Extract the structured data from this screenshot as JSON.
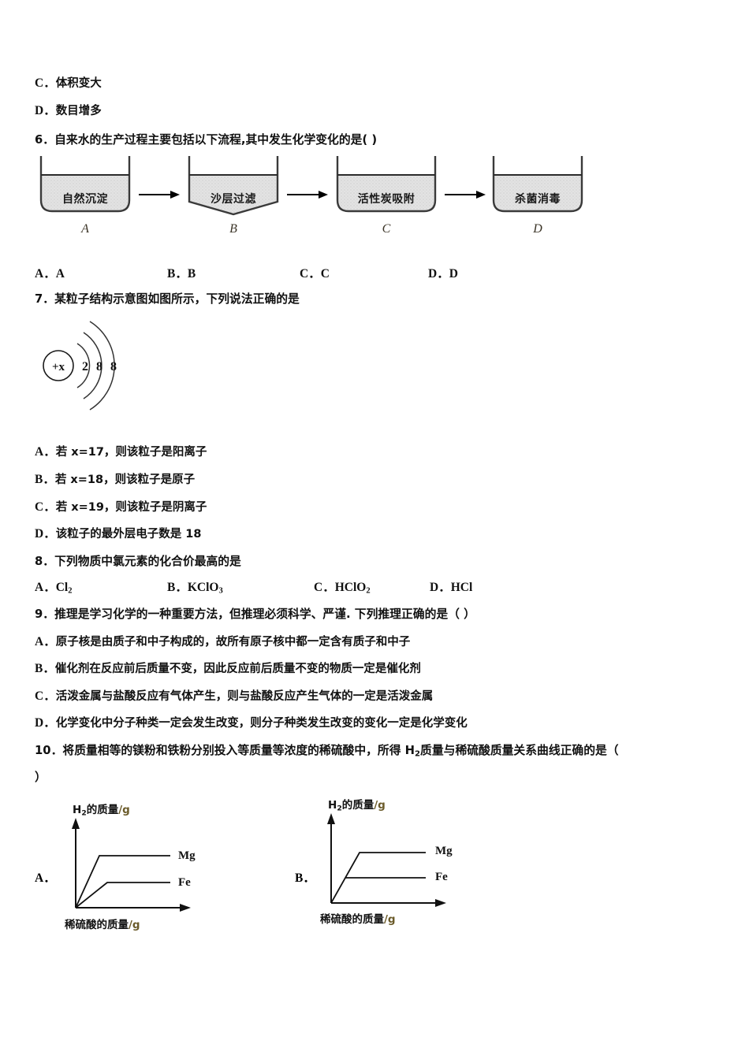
{
  "document": {
    "type": "exam-paper",
    "subject_hint": "chemistry"
  },
  "questions": [
    {
      "id": "q5-tail",
      "options": [
        {
          "letter": "C．",
          "text": "体积变大"
        },
        {
          "letter": "D．",
          "text": "数目增多"
        }
      ]
    },
    {
      "id": "q6",
      "number": "6．",
      "stem": "自来水的生产过程主要包括以下流程,其中发生化学变化的是(    )",
      "diagram": {
        "name": "water-treatment-flow",
        "steps": [
          {
            "label": "自然沉淀",
            "id": "A",
            "shape": "beaker"
          },
          {
            "label": "沙层过滤",
            "id": "B",
            "shape": "funnel"
          },
          {
            "label": "活性炭吸附",
            "id": "C",
            "shape": "beaker"
          },
          {
            "label": "杀菌消毒",
            "id": "D",
            "shape": "beaker"
          }
        ]
      },
      "options": [
        {
          "letter": "A．",
          "text": "A"
        },
        {
          "letter": "B．",
          "text": "B"
        },
        {
          "letter": "C．",
          "text": "C"
        },
        {
          "letter": "D．",
          "text": "D"
        }
      ]
    },
    {
      "id": "q7",
      "number": "7．",
      "stem": "某粒子结构示意图如图所示，下列说法正确的是",
      "diagram": {
        "name": "particle-structure",
        "nucleus": "+x",
        "shells": [
          "2",
          "8",
          "8"
        ]
      },
      "options": [
        {
          "letter": "A．",
          "text": "若 x=17，则该粒子是阳离子"
        },
        {
          "letter": "B．",
          "text": "若 x=18，则该粒子是原子"
        },
        {
          "letter": "C．",
          "text": "若 x=19，则该粒子是阴离子"
        },
        {
          "letter": "D．",
          "text": "该粒子的最外层电子数是 18"
        }
      ]
    },
    {
      "id": "q8",
      "number": "8．",
      "stem": "下列物质中氯元素的化合价最高的是",
      "options": [
        {
          "letter": "A．",
          "formula_main": "Cl",
          "formula_sub": "2",
          "formula_tail": ""
        },
        {
          "letter": "B．",
          "formula_main": "KClO",
          "formula_sub": "3",
          "formula_tail": ""
        },
        {
          "letter": "C．",
          "formula_main": "HClO",
          "formula_sub": "2",
          "formula_tail": ""
        },
        {
          "letter": "D．",
          "formula_main": "HCl",
          "formula_sub": "",
          "formula_tail": ""
        }
      ]
    },
    {
      "id": "q9",
      "number": "9．",
      "stem": "推理是学习化学的一种重要方法，但推理必须科学、严谨. 下列推理正确的是（      ）",
      "options": [
        {
          "letter": "A．",
          "text": "原子核是由质子和中子构成的，故所有原子核中都一定含有质子和中子"
        },
        {
          "letter": "B．",
          "text": "催化剂在反应前后质量不变，因此反应前后质量不变的物质一定是催化剂"
        },
        {
          "letter": "C．",
          "text": "活泼金属与盐酸反应有气体产生，则与盐酸反应产生气体的一定是活泼金属"
        },
        {
          "letter": "D．",
          "text": "化学变化中分子种类一定会发生改变，则分子种类发生改变的变化一定是化学变化"
        }
      ]
    },
    {
      "id": "q10",
      "number": "10．",
      "stem_part1": "将质量相等的镁粉和铁粉分别投入等质量等浓度的稀硫酸中，所得 H",
      "stem_sub": "2",
      "stem_part2": "质量与稀硫酸质量关系曲线正确的是（",
      "stem_part3": "）",
      "options": [
        {
          "letter": "A．"
        },
        {
          "letter": "B．"
        }
      ]
    }
  ],
  "chart_data": [
    {
      "type": "line",
      "name": "option-A-graph",
      "option_letter": "A．",
      "ylabel_main": "H",
      "ylabel_sub": "2",
      "ylabel_rest": "的质量",
      "ylabel_unit": "/g",
      "xlabel_main": "稀硫酸的质量",
      "xlabel_unit": "/g",
      "series": [
        {
          "name": "Mg",
          "points": [
            [
              0,
              0
            ],
            [
              25,
              62
            ],
            [
              88,
              62
            ]
          ],
          "plateau": 62
        },
        {
          "name": "Fe",
          "points": [
            [
              0,
              0
            ],
            [
              32,
              30
            ],
            [
              88,
              30
            ]
          ],
          "plateau": 30
        }
      ],
      "note": "both curves start at origin with different slopes; Mg plateaus higher"
    },
    {
      "type": "line",
      "name": "option-B-graph",
      "option_letter": "B．",
      "ylabel_main": "H",
      "ylabel_sub": "2",
      "ylabel_rest": "的质量",
      "ylabel_unit": "/g",
      "xlabel_main": "稀硫酸的质量",
      "xlabel_unit": "/g",
      "series": [
        {
          "name": "Mg",
          "points": [
            [
              0,
              0
            ],
            [
              30,
              62
            ],
            [
              88,
              62
            ]
          ],
          "plateau": 62
        },
        {
          "name": "Fe",
          "points": [
            [
              16,
              33
            ],
            [
              88,
              33
            ]
          ],
          "plateau": 33
        }
      ],
      "note": "single rising line from origin; Fe horizontal line branches off the same rising slope"
    }
  ]
}
